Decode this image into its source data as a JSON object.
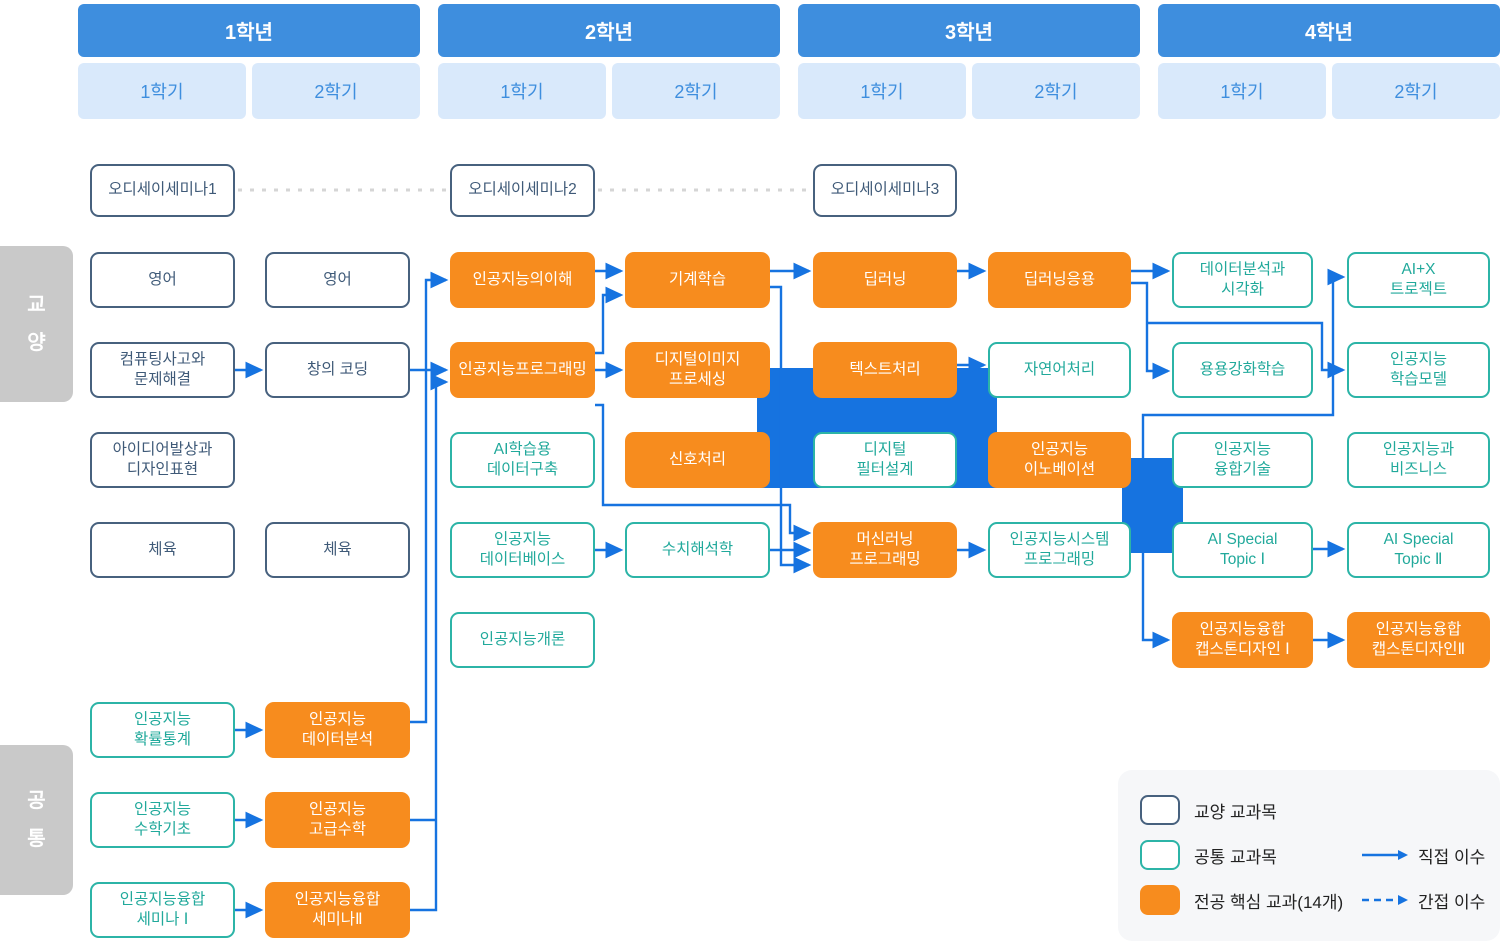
{
  "colors": {
    "header_blue": "#3e8ede",
    "subheader_blue": "#d9e9fb",
    "general_border_navy": "#47617e",
    "general_text": "#3f5a78",
    "common_border_teal": "#2cb4a7",
    "common_text": "#21a99b",
    "core_orange": "#f78c1e",
    "line_blue": "#1673e0",
    "dashed_gray": "#d5d5d5",
    "section_gray": "#c9c9c9",
    "legend_bg": "#f6f7f9"
  },
  "years": [
    {
      "label": "1학년",
      "semesters": [
        "1학기",
        "2학기"
      ]
    },
    {
      "label": "2학년",
      "semesters": [
        "1학기",
        "2학기"
      ]
    },
    {
      "label": "3학년",
      "semesters": [
        "1학기",
        "2학기"
      ]
    },
    {
      "label": "4학년",
      "semesters": [
        "1학기",
        "2학기"
      ]
    }
  ],
  "section_labels": [
    {
      "label": "교양"
    },
    {
      "label": "공통"
    }
  ],
  "courses": [
    {
      "id": "odyssey1",
      "label": "오디세이세미나1",
      "type": "gen",
      "col": 0,
      "row": "ody"
    },
    {
      "id": "odyssey2",
      "label": "오디세이세미나2",
      "type": "gen",
      "col": 2,
      "row": "ody"
    },
    {
      "id": "odyssey3",
      "label": "오디세이세미나3",
      "type": "gen",
      "col": 4,
      "row": "ody"
    },
    {
      "id": "eng1",
      "label": "영어",
      "type": "gen",
      "col": 0,
      "row": "r1"
    },
    {
      "id": "eng2",
      "label": "영어",
      "type": "gen",
      "col": 1,
      "row": "r1"
    },
    {
      "id": "comp-think",
      "label": "컴퓨팅사고와\n문제해결",
      "type": "gen",
      "col": 0,
      "row": "r2"
    },
    {
      "id": "creative-coding",
      "label": "창의 코딩",
      "type": "gen",
      "col": 1,
      "row": "r2"
    },
    {
      "id": "idea-design",
      "label": "아이디어발상과\n디자인표현",
      "type": "gen",
      "col": 0,
      "row": "r3"
    },
    {
      "id": "pe1",
      "label": "체육",
      "type": "gen",
      "col": 0,
      "row": "r4"
    },
    {
      "id": "pe2",
      "label": "체육",
      "type": "gen",
      "col": 1,
      "row": "r4"
    },
    {
      "id": "ai-prob-stat",
      "label": "인공지능\n확률통계",
      "type": "com",
      "col": 0,
      "row": "r6"
    },
    {
      "id": "ai-data-analysis",
      "label": "인공지능\n데이터분석",
      "type": "core",
      "col": 1,
      "row": "r6"
    },
    {
      "id": "ai-math-basic",
      "label": "인공지능\n수학기초",
      "type": "com",
      "col": 0,
      "row": "r7"
    },
    {
      "id": "ai-adv-math",
      "label": "인공지능\n고급수학",
      "type": "core",
      "col": 1,
      "row": "r7"
    },
    {
      "id": "ai-seminar1",
      "label": "인공지능융합\n세미나 Ⅰ",
      "type": "com",
      "col": 0,
      "row": "r8"
    },
    {
      "id": "ai-seminar2",
      "label": "인공지능융합\n세미나Ⅱ",
      "type": "core",
      "col": 1,
      "row": "r8"
    },
    {
      "id": "ai-understanding",
      "label": "인공지능의이해",
      "type": "core",
      "col": 2,
      "row": "r1"
    },
    {
      "id": "ai-programming",
      "label": "인공지능프로그래밍",
      "type": "core",
      "col": 2,
      "row": "r2"
    },
    {
      "id": "ai-data-build",
      "label": "AI학습용\n데이터구축",
      "type": "com",
      "col": 2,
      "row": "r3"
    },
    {
      "id": "ai-database",
      "label": "인공지능\n데이터베이스",
      "type": "com",
      "col": 2,
      "row": "r4"
    },
    {
      "id": "ai-intro",
      "label": "인공지능개론",
      "type": "com",
      "col": 2,
      "row": "r5"
    },
    {
      "id": "machine-learning",
      "label": "기계학습",
      "type": "core",
      "col": 3,
      "row": "r1"
    },
    {
      "id": "digital-image",
      "label": "디지털이미지\n프로세싱",
      "type": "core",
      "col": 3,
      "row": "r2"
    },
    {
      "id": "signal-processing",
      "label": "신호처리",
      "type": "core",
      "col": 3,
      "row": "r3"
    },
    {
      "id": "numerical-analysis",
      "label": "수치해석학",
      "type": "com",
      "col": 3,
      "row": "r4"
    },
    {
      "id": "deep-learning",
      "label": "딥러닝",
      "type": "core",
      "col": 4,
      "row": "r1"
    },
    {
      "id": "text-processing",
      "label": "텍스트처리",
      "type": "core",
      "col": 4,
      "row": "r2"
    },
    {
      "id": "digital-filter",
      "label": "디지털\n필터설계",
      "type": "com",
      "col": 4,
      "row": "r3"
    },
    {
      "id": "ml-programming",
      "label": "머신러닝\n프로그래밍",
      "type": "core",
      "col": 4,
      "row": "r4"
    },
    {
      "id": "dl-application",
      "label": "딥러닝응용",
      "type": "core",
      "col": 5,
      "row": "r1"
    },
    {
      "id": "nlp",
      "label": "자연어처리",
      "type": "com",
      "col": 5,
      "row": "r2"
    },
    {
      "id": "ai-innovation",
      "label": "인공지능\n이노베이션",
      "type": "core",
      "col": 5,
      "row": "r3"
    },
    {
      "id": "ai-system-prog",
      "label": "인공지능시스템\n프로그래밍",
      "type": "com",
      "col": 5,
      "row": "r4"
    },
    {
      "id": "data-viz",
      "label": "데이터분석과\n시각화",
      "type": "com",
      "col": 6,
      "row": "r1"
    },
    {
      "id": "applied-rl",
      "label": "용용강화학습",
      "type": "com",
      "col": 6,
      "row": "r2"
    },
    {
      "id": "ai-fusion-tech",
      "label": "인공지능\n융합기술",
      "type": "com",
      "col": 6,
      "row": "r3"
    },
    {
      "id": "ai-special1",
      "label": "AI Special\nTopic Ⅰ",
      "type": "com",
      "col": 6,
      "row": "r4"
    },
    {
      "id": "capstone1",
      "label": "인공지능융합\n캡스톤디자인 Ⅰ",
      "type": "core",
      "col": 6,
      "row": "r5"
    },
    {
      "id": "aix-project",
      "label": "AI+X\n트로젝트",
      "type": "com",
      "col": 7,
      "row": "r1"
    },
    {
      "id": "ai-learning-model",
      "label": "인공지능\n학습모델",
      "type": "com",
      "col": 7,
      "row": "r2"
    },
    {
      "id": "ai-business",
      "label": "인공지능과\n비즈니스",
      "type": "com",
      "col": 7,
      "row": "r3"
    },
    {
      "id": "ai-special2",
      "label": "AI Special\nTopic Ⅱ",
      "type": "com",
      "col": 7,
      "row": "r4"
    },
    {
      "id": "capstone2",
      "label": "인공지능융합\n캡스톤디자인Ⅱ",
      "type": "core",
      "col": 7,
      "row": "r5"
    }
  ],
  "edges": {
    "direct": [
      [
        "comp-think",
        "creative-coding"
      ],
      [
        "creative-coding",
        "ai-programming"
      ],
      [
        "ai-prob-stat",
        "ai-data-analysis"
      ],
      [
        "ai-math-basic",
        "ai-adv-math"
      ],
      [
        "ai-seminar1",
        "ai-seminar2"
      ],
      [
        "ai-data-analysis",
        "ai-understanding"
      ],
      [
        "ai-adv-math",
        "ai-programming"
      ],
      [
        "ai-seminar2",
        "ai-programming"
      ],
      [
        "ai-understanding",
        "machine-learning"
      ],
      [
        "ai-programming",
        "machine-learning"
      ],
      [
        "ai-programming",
        "digital-image"
      ],
      [
        "ai-programming",
        "ml-programming"
      ],
      [
        "machine-learning",
        "deep-learning"
      ],
      [
        "machine-learning",
        "ml-programming"
      ],
      [
        "ai-database",
        "numerical-analysis"
      ],
      [
        "numerical-analysis",
        "ml-programming"
      ],
      [
        "deep-learning",
        "dl-application"
      ],
      [
        "text-processing",
        "nlp"
      ],
      [
        "dl-application",
        "data-viz"
      ],
      [
        "dl-application",
        "applied-rl"
      ],
      [
        "dl-application",
        "ai-learning-model"
      ],
      [
        "ml-programming",
        "ai-system-prog"
      ],
      [
        "ai-innovation",
        "aix-project"
      ],
      [
        "ai-innovation",
        "capstone1"
      ],
      [
        "ai-special1",
        "ai-special2"
      ],
      [
        "capstone1",
        "capstone2"
      ]
    ],
    "indirect": [
      [
        "odyssey1",
        "odyssey2"
      ],
      [
        "odyssey2",
        "odyssey3"
      ]
    ]
  },
  "legend": {
    "items": [
      {
        "type": "gen",
        "label": "교양 교과목"
      },
      {
        "type": "com",
        "label": "공통 교과목"
      },
      {
        "type": "core",
        "label": "전공 핵심 교과(14개)"
      }
    ],
    "arrows": [
      {
        "style": "solid",
        "label": "직접 이수"
      },
      {
        "style": "dashed",
        "label": "간접 이수"
      }
    ]
  }
}
